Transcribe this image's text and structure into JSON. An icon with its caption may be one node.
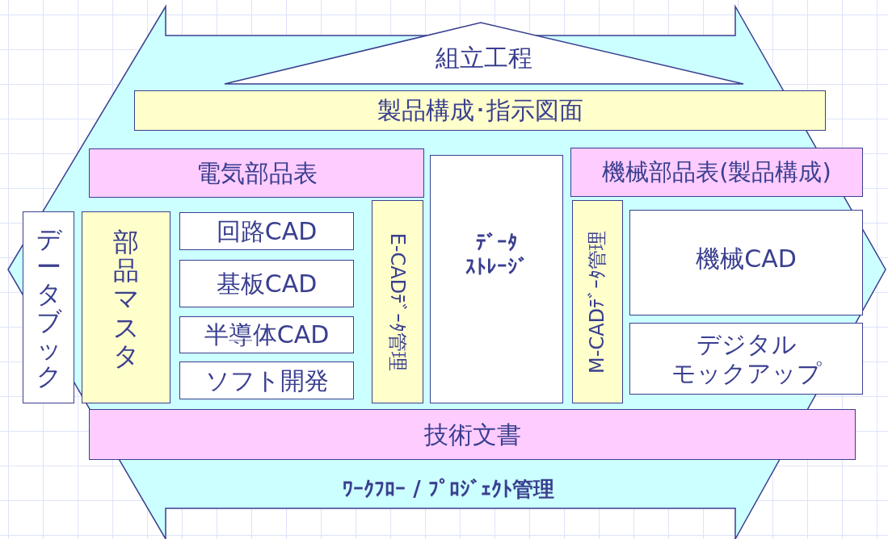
{
  "diagram": {
    "nodes": [
      {
        "text": [
          "ﾜｰｸﾌﾛｰ / ﾌﾟﾛｼﾞｪｸﾄ管理"
        ]
      },
      {
        "text": [
          "組立工程"
        ],
        "in": 0
      },
      {
        "text": [
          "製品構成･指示図面"
        ],
        "in": 0
      },
      {
        "text": [
          "電気部品表"
        ],
        "in": 0
      },
      {
        "text": [
          "機械部品表(製品構成)"
        ],
        "in": 0
      },
      {
        "text": [
          "データブック"
        ],
        "in": 0
      },
      {
        "text": [
          "部品マスタ"
        ],
        "in": 0
      },
      {
        "text": [
          "回路CAD"
        ],
        "in": 0
      },
      {
        "text": [
          "E-CADﾃﾞｰﾀ管理"
        ],
        "in": 0
      },
      {
        "text": [
          "ﾃﾞｰﾀｽﾄﾚｰｼﾞ"
        ],
        "in": 0
      },
      {
        "text": [
          "M-CADﾃﾞｰﾀ管理"
        ],
        "in": 0
      },
      {
        "text": [
          "機械CAD"
        ],
        "in": 0
      },
      {
        "text": [
          "基板CAD"
        ],
        "in": 0
      },
      {
        "text": [
          "半導体CAD"
        ],
        "in": 0
      },
      {
        "text": [
          "デジタルモックアップ"
        ],
        "in": 0
      },
      {
        "text": [
          "ソフト開発"
        ],
        "in": 0
      },
      {
        "text": [
          "技術文書"
        ],
        "in": 0
      }
    ],
    "edges": []
  }
}
